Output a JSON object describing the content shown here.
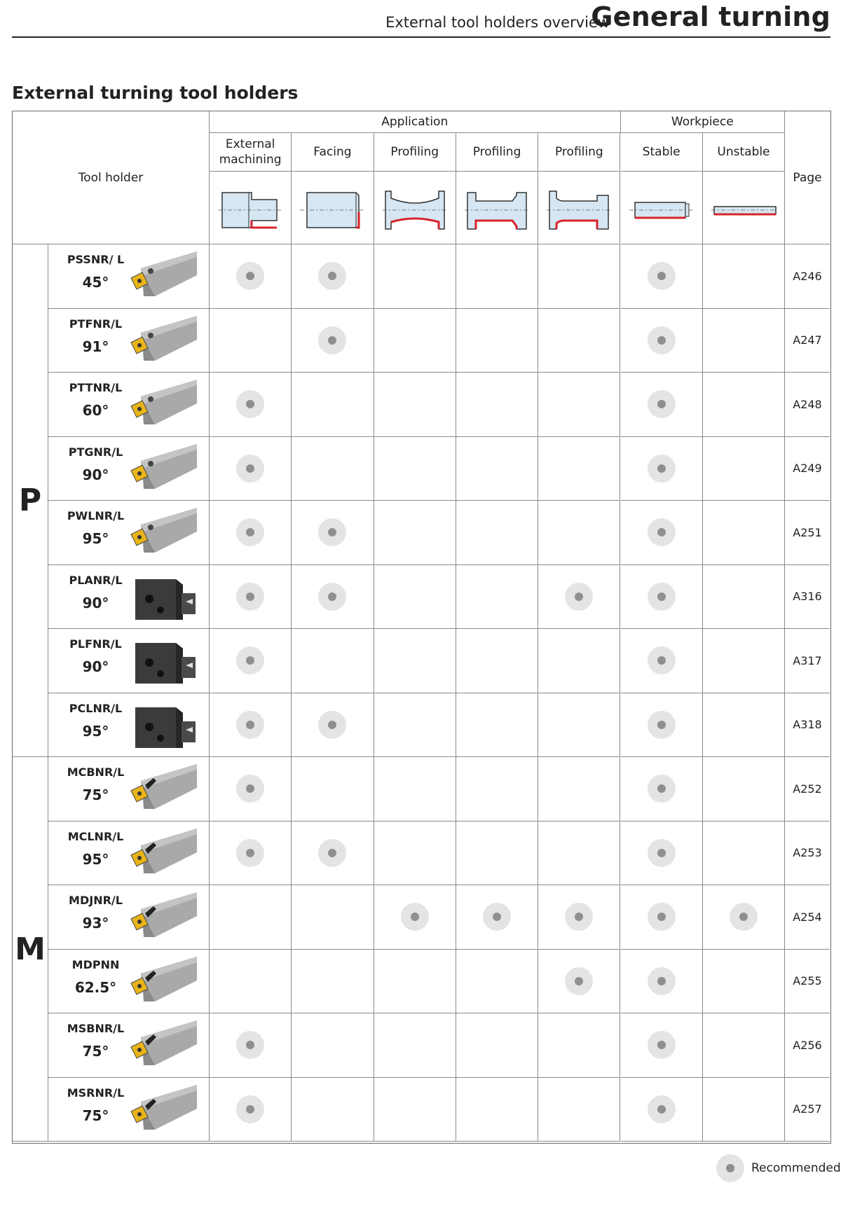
{
  "header": {
    "subtitle": "External tool holders overview",
    "title": "General turning"
  },
  "section_title": "External turning tool holders",
  "table": {
    "tool_holder_label": "Tool holder",
    "application_label": "Application",
    "workpiece_label": "Workpiece",
    "page_label": "Page",
    "columns": [
      "External machining",
      "Facing",
      "Profiling",
      "Profiling",
      "Profiling",
      "Stable",
      "Unstable"
    ],
    "groups": [
      {
        "label": "P",
        "rows": 8
      },
      {
        "label": "M",
        "rows": 6
      }
    ],
    "rows": [
      {
        "model": "PSSNR/ L",
        "angle": "45°",
        "marks": [
          1,
          1,
          0,
          0,
          0,
          1,
          0
        ],
        "page": "A246",
        "tool": "lever"
      },
      {
        "model": "PTFNR/L",
        "angle": "91°",
        "marks": [
          0,
          1,
          0,
          0,
          0,
          1,
          0
        ],
        "page": "A247",
        "tool": "lever"
      },
      {
        "model": "PTTNR/L",
        "angle": "60°",
        "marks": [
          1,
          0,
          0,
          0,
          0,
          1,
          0
        ],
        "page": "A248",
        "tool": "lever"
      },
      {
        "model": "PTGNR/L",
        "angle": "90°",
        "marks": [
          1,
          0,
          0,
          0,
          0,
          1,
          0
        ],
        "page": "A249",
        "tool": "lever"
      },
      {
        "model": "PWLNR/L",
        "angle": "95°",
        "marks": [
          1,
          1,
          0,
          0,
          0,
          1,
          0
        ],
        "page": "A251",
        "tool": "lever"
      },
      {
        "model": "PLANR/L",
        "angle": "90°",
        "marks": [
          1,
          1,
          0,
          0,
          1,
          1,
          0
        ],
        "page": "A316",
        "tool": "block"
      },
      {
        "model": "PLFNR/L",
        "angle": "90°",
        "marks": [
          1,
          0,
          0,
          0,
          0,
          1,
          0
        ],
        "page": "A317",
        "tool": "block"
      },
      {
        "model": "PCLNR/L",
        "angle": "95°",
        "marks": [
          1,
          1,
          0,
          0,
          0,
          1,
          0
        ],
        "page": "A318",
        "tool": "block"
      },
      {
        "model": "MCBNR/L",
        "angle": "75°",
        "marks": [
          1,
          0,
          0,
          0,
          0,
          1,
          0
        ],
        "page": "A252",
        "tool": "clamp"
      },
      {
        "model": "MCLNR/L",
        "angle": "95°",
        "marks": [
          1,
          1,
          0,
          0,
          0,
          1,
          0
        ],
        "page": "A253",
        "tool": "clamp"
      },
      {
        "model": "MDJNR/L",
        "angle": "93°",
        "marks": [
          0,
          0,
          1,
          1,
          1,
          1,
          1
        ],
        "page": "A254",
        "tool": "clamp"
      },
      {
        "model": "MDPNN",
        "angle": "62.5°",
        "marks": [
          0,
          0,
          0,
          0,
          1,
          1,
          0
        ],
        "page": "A255",
        "tool": "clamp"
      },
      {
        "model": "MSBNR/L",
        "angle": "75°",
        "marks": [
          1,
          0,
          0,
          0,
          0,
          1,
          0
        ],
        "page": "A256",
        "tool": "clamp"
      },
      {
        "model": "MSRNR/L",
        "angle": "75°",
        "marks": [
          1,
          0,
          0,
          0,
          0,
          1,
          0
        ],
        "page": "A257",
        "tool": "clamp"
      }
    ]
  },
  "legend": {
    "label": "Recommended"
  },
  "colors": {
    "workpiece_fill": "#d6e6f2",
    "cut_line": "#d8232a",
    "dot_outer": "#e4e4e4",
    "dot_inner": "#8f8f8f",
    "insert": "#e8b419"
  }
}
